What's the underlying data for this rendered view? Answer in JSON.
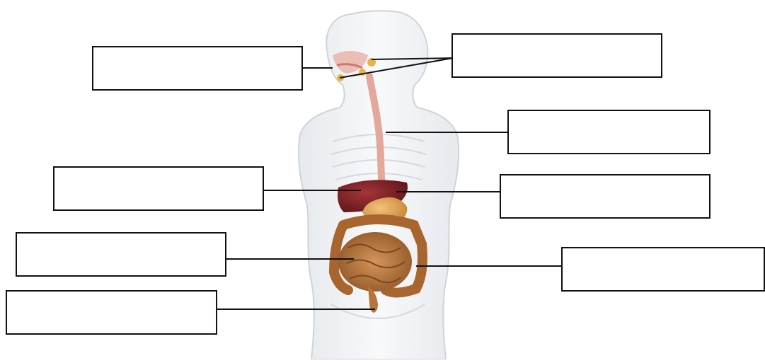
{
  "diagram": {
    "subject": "human-digestive-system",
    "colors": {
      "box_border": "#111111",
      "leader_line": "#111111",
      "body_outline": "#c9ccd1",
      "body_fill": "#eef0f3",
      "liver": "#7a1f22",
      "stomach": "#d9a14a",
      "intestine": "#b8743a",
      "esophagus": "#e3a79c",
      "salivary": "#e8b14a"
    },
    "labels": [
      {
        "id": "label-mouth",
        "text": ""
      },
      {
        "id": "label-salivary-glands",
        "text": ""
      },
      {
        "id": "label-esophagus",
        "text": ""
      },
      {
        "id": "label-liver",
        "text": ""
      },
      {
        "id": "label-stomach",
        "text": ""
      },
      {
        "id": "label-small-intestine",
        "text": ""
      },
      {
        "id": "label-large-intestine",
        "text": ""
      },
      {
        "id": "label-rectum",
        "text": ""
      }
    ]
  }
}
